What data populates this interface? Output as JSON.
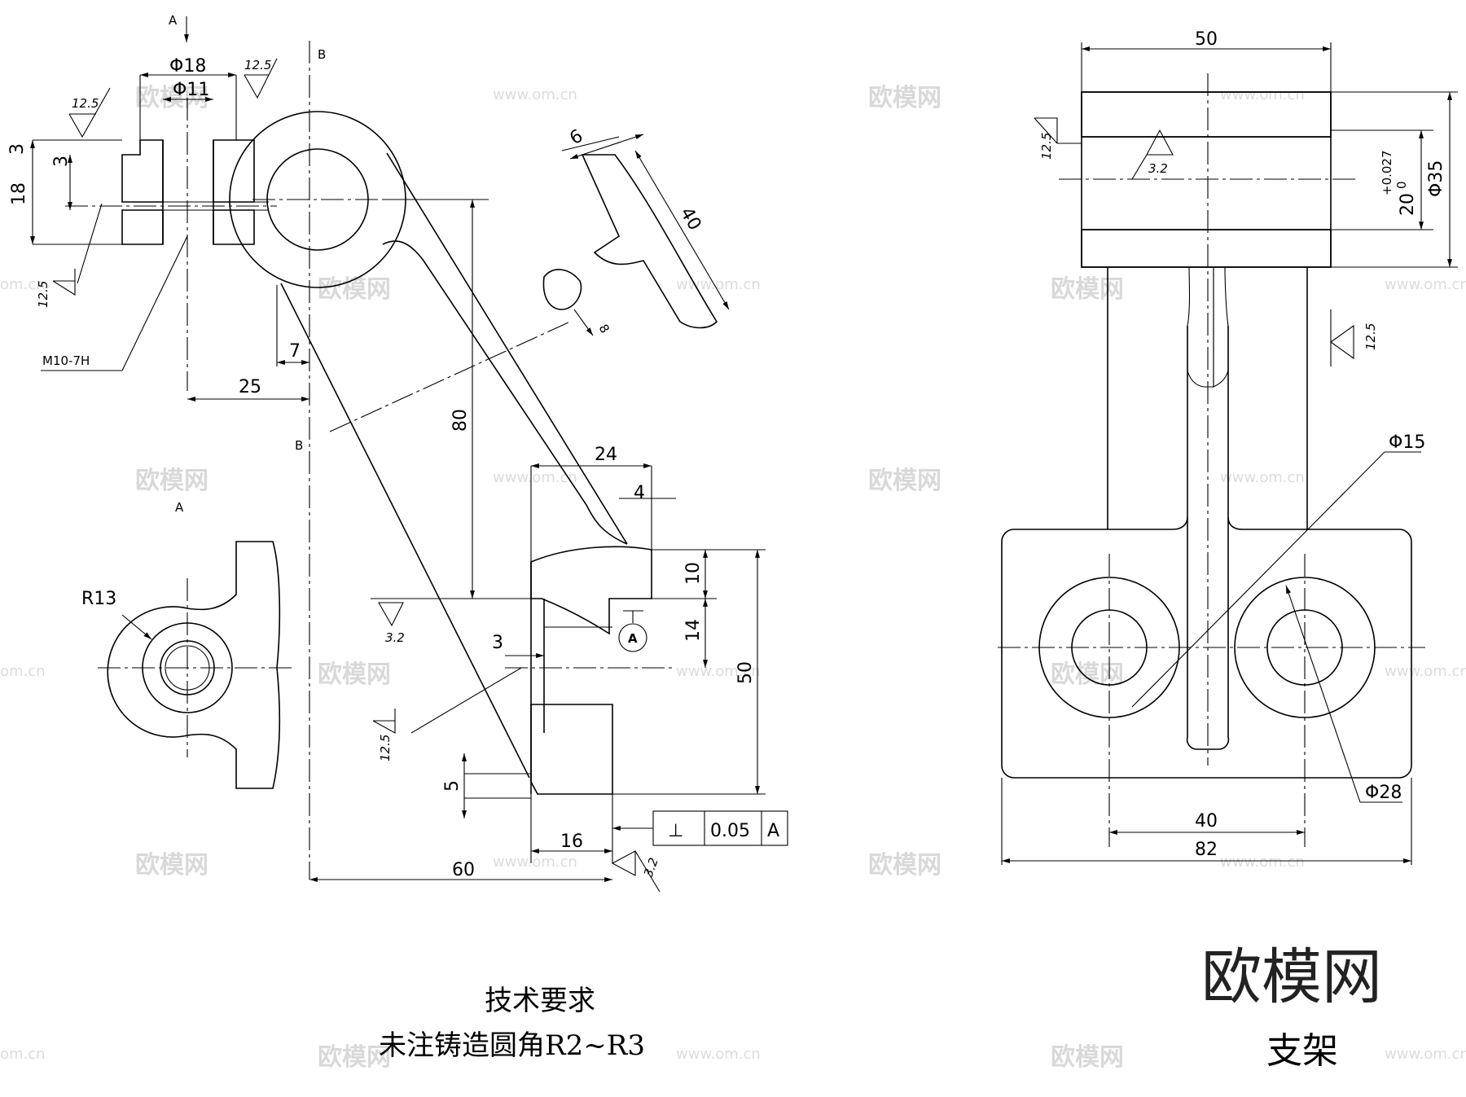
{
  "watermark": {
    "brand": "欧模网",
    "url": "www.om.cn",
    "short_url": "om.cn"
  },
  "labels": {
    "view_a_top": "A",
    "view_a_bottom": "A",
    "section_b_top": "B",
    "section_b_bottom": "B",
    "datum": "A",
    "thread": "M10-7H"
  },
  "dimensions": {
    "d18": "Φ18",
    "d11": "Φ11",
    "t3a": "3",
    "t3b": "3",
    "h18": "18",
    "d7": "7",
    "d25": "25",
    "d80": "80",
    "d6": "6",
    "d40": "40",
    "d8": "8",
    "r13": "R13",
    "d24": "24",
    "d4": "4",
    "d10": "10",
    "d14": "14",
    "d3": "3",
    "d50": "50",
    "d5": "5",
    "d16": "16",
    "d60": "60",
    "w50": "50",
    "tol20": "20",
    "tol_upper": "+0.027",
    "tol_lower": "0",
    "d35": "Φ35",
    "d15": "Φ15",
    "d28": "Φ28",
    "w40": "40",
    "w82": "82"
  },
  "roughness": {
    "r125": "12.5",
    "r32": "3.2"
  },
  "tolerance_frame": {
    "symbol": "⊥",
    "value": "0.05",
    "datum": "A"
  },
  "notes": {
    "title": "技术要求",
    "text": "未注铸造圆角R2~R3"
  },
  "branding": {
    "brand": "欧模网",
    "part_name": "支架"
  }
}
